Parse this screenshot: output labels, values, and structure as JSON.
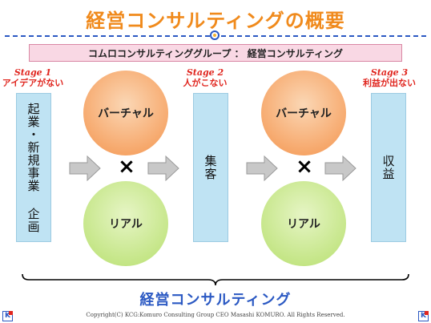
{
  "title": "経営コンサルティングの概要",
  "banner": "コムロコンサルティンググループ ： 経営コンサルティング",
  "stages": [
    {
      "stage": "Stage 1",
      "problem": "アイデアがない"
    },
    {
      "stage": "Stage 2",
      "problem": "人がこない"
    },
    {
      "stage": "Stage 3",
      "problem": "利益が出ない"
    }
  ],
  "boxes": [
    "起業・新規事業 企画",
    "集客",
    "収益"
  ],
  "circles": {
    "virtual": "バーチャル",
    "real": "リアル"
  },
  "cross_symbol": "×",
  "bottom_title": "経営コンサルティング",
  "copyright": "Copyright(C) KCG:Komuro Consulting Group CEO Masashi KOMURO. All Rights Reserved.",
  "logo_letter": "K",
  "colors": {
    "title": "#f08a1c",
    "accent_blue": "#2b59c3",
    "stage_red": "#e0261f",
    "box_blue": "#bfe3f3",
    "banner_pink": "#f9d8e4",
    "circle_orange": "#f6a567",
    "circle_green": "#c3e584",
    "arrow_gray": "#c8c8c8"
  }
}
